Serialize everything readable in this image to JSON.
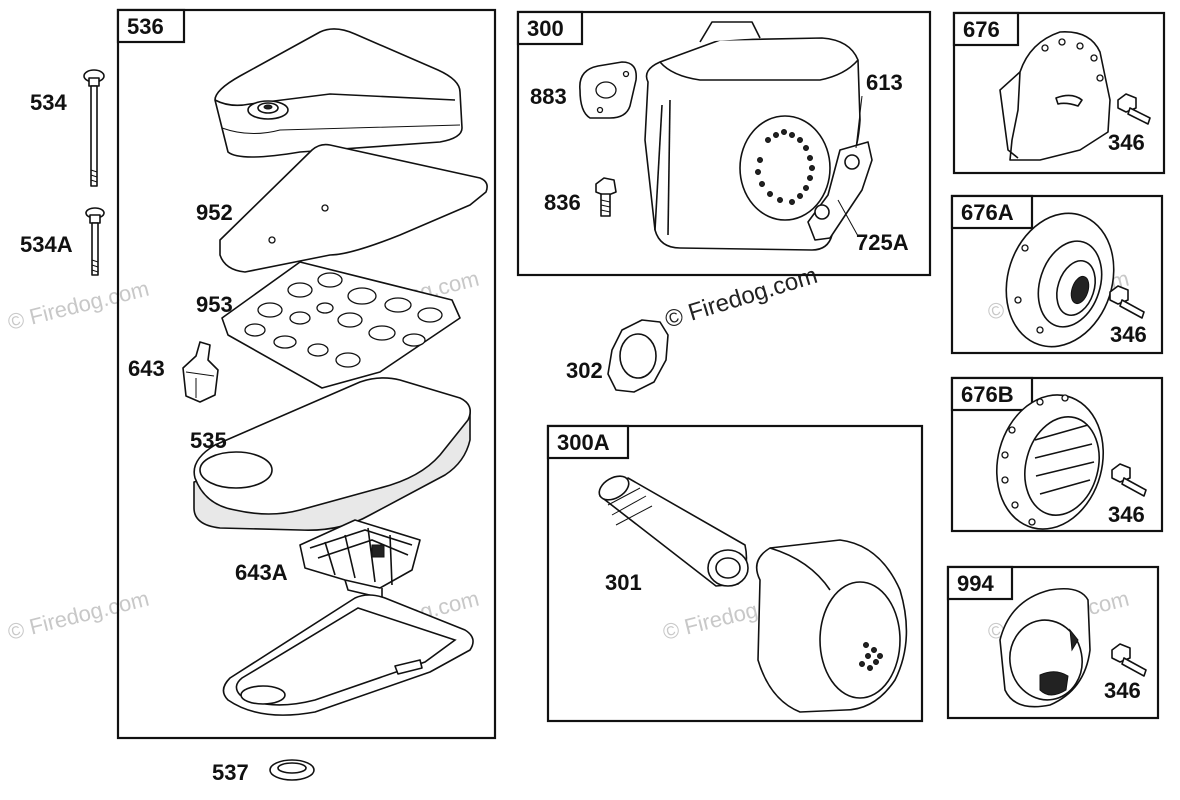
{
  "watermark": {
    "text": "© Firedog.com"
  },
  "groups": [
    {
      "id": "536",
      "label": "536"
    },
    {
      "id": "300",
      "label": "300"
    },
    {
      "id": "300A",
      "label": "300A"
    },
    {
      "id": "676",
      "label": "676"
    },
    {
      "id": "676A",
      "label": "676A"
    },
    {
      "id": "676B",
      "label": "676B"
    },
    {
      "id": "994",
      "label": "994"
    }
  ],
  "callouts": {
    "c534": "534",
    "c534A": "534A",
    "c952": "952",
    "c953": "953",
    "c643": "643",
    "c535": "535",
    "c643A": "643A",
    "c537": "537",
    "c883": "883",
    "c836": "836",
    "c613": "613",
    "c725A": "725A",
    "c302": "302",
    "c301": "301",
    "c346a": "346",
    "c346b": "346",
    "c346c": "346",
    "c346d": "346"
  }
}
